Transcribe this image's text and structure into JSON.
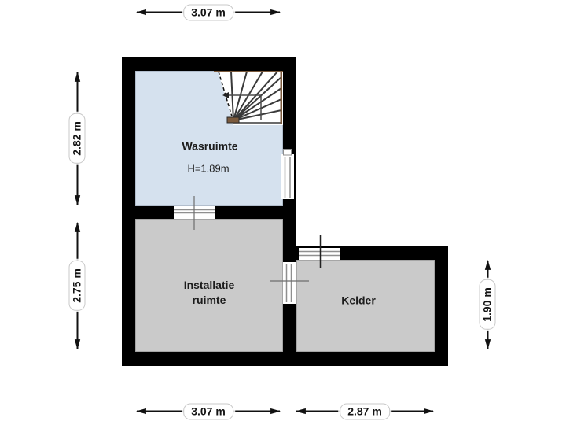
{
  "rooms": {
    "wasruimte": {
      "label": "Wasruimte",
      "height_note": "H=1.89m"
    },
    "installatie": {
      "line1": "Installatie",
      "line2": "ruimte"
    },
    "kelder": {
      "label": "Kelder"
    }
  },
  "dimensions": {
    "top": "3.07 m",
    "left_upper": "2.82 m",
    "left_lower": "2.75 m",
    "right": "1.90 m",
    "bottom_left": "3.07 m",
    "bottom_right": "2.87 m"
  },
  "colors": {
    "wall": "#000000",
    "wasruimte_fill": "#d5e1ee",
    "wasruimte_edge": "#a7b3c2",
    "gray_room_fill": "#cacaca",
    "gray_room_edge": "#9a9a9a",
    "wood": "#7b5a3c",
    "glazing": "#8f8f8f",
    "dimension_line": "#111111"
  }
}
